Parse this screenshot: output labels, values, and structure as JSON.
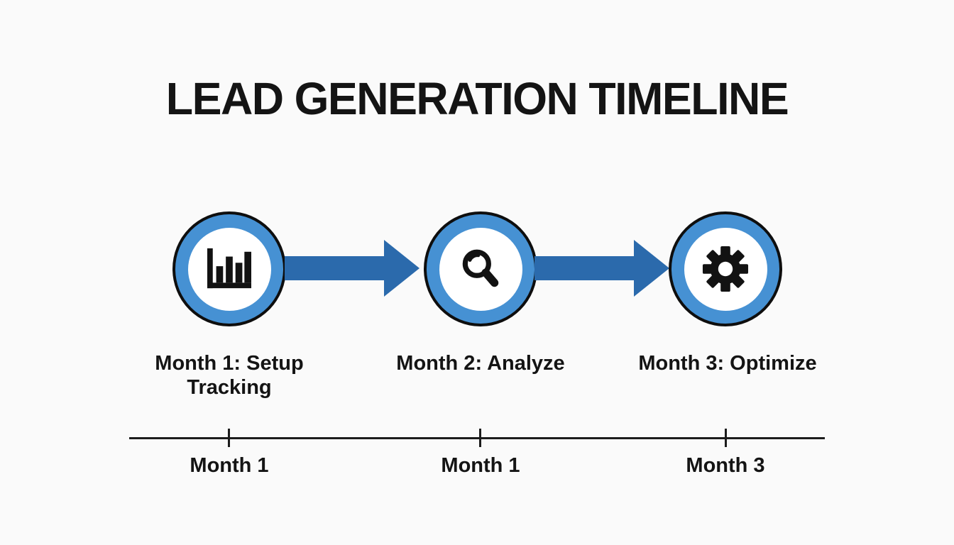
{
  "title": "LEAD GENERATION TIMELINE",
  "steps": [
    {
      "label": "Month 1: Setup Tracking",
      "icon": "bar-chart-icon",
      "tick_label": "Month 1"
    },
    {
      "label": "Month 2: Analyze",
      "icon": "magnifier-icon",
      "tick_label": "Month 1"
    },
    {
      "label": "Month 3: Optimize",
      "icon": "gear-icon",
      "tick_label": "Month 3"
    }
  ],
  "colors": {
    "ring_blue": "#4691d3",
    "arrow_blue": "#2b6aac",
    "ink_black": "#141414",
    "background": "#fafafa"
  }
}
